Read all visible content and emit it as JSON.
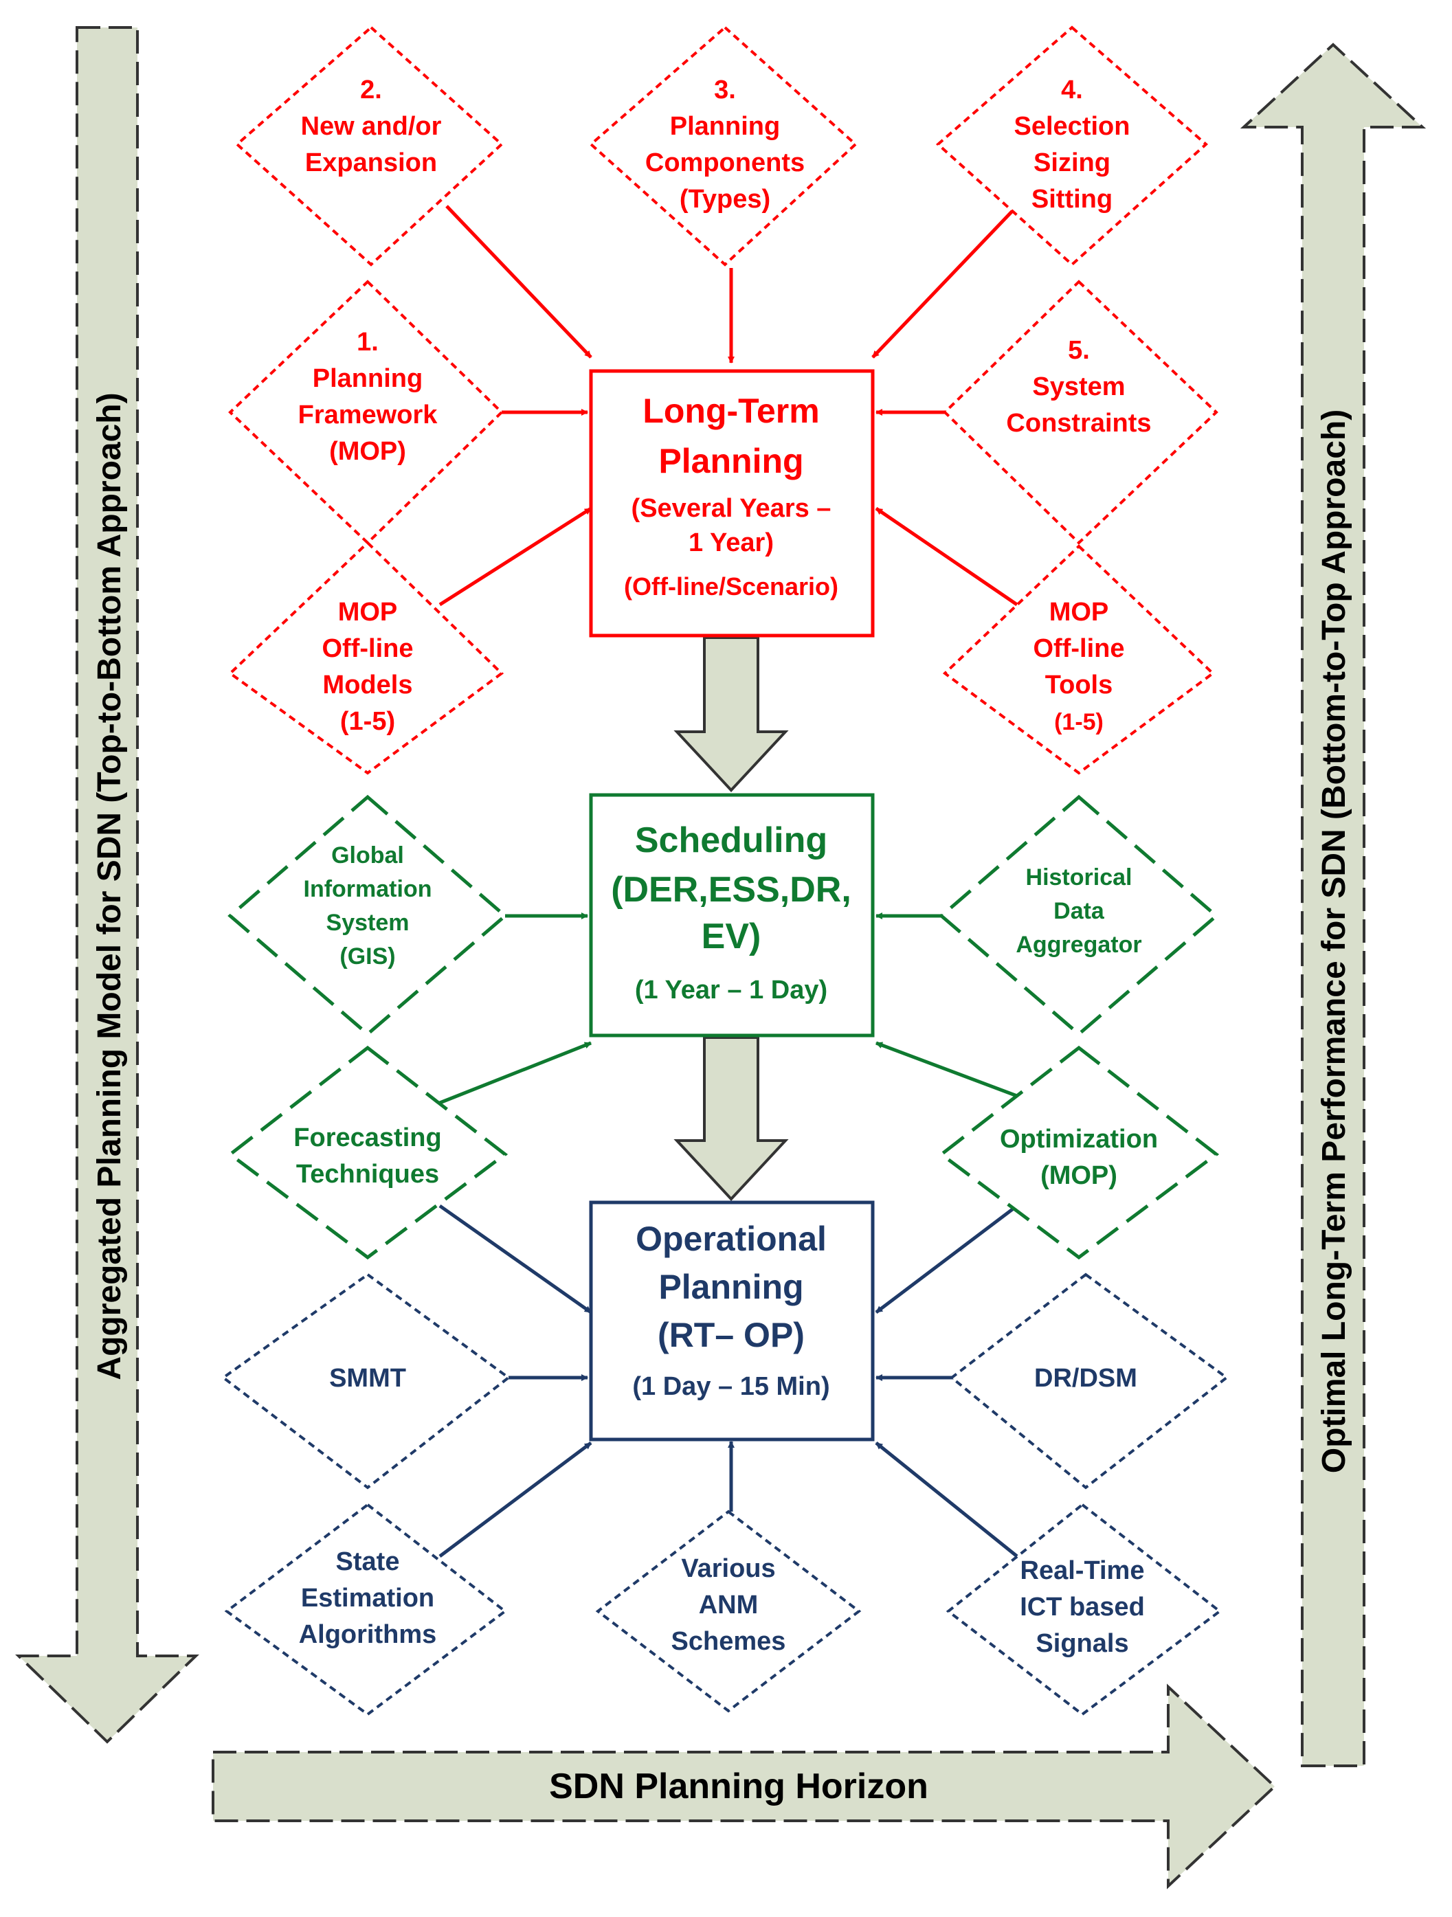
{
  "colors": {
    "long_term": "#ff0000",
    "scheduling": "#0f7a30",
    "operational": "#1f3a68",
    "arrow_fill": "#d9dfcc",
    "arrow_stroke": "#333333"
  },
  "side_arrows": {
    "left": "Aggregated Planning Model for SDN (Top-to-Bottom Approach)",
    "right": "Optimal Long-Term Performance for SDN (Bottom-to-Top Approach)",
    "bottom": "SDN Planning Horizon"
  },
  "boxes": {
    "long_term": [
      "Long-Term",
      "Planning",
      "(Several Years –",
      "1 Year)",
      "(Off-line/Scenario)"
    ],
    "scheduling": [
      "Scheduling",
      "(DER,ESS,DR,",
      "EV)",
      "(1 Year – 1 Day)"
    ],
    "operational": [
      "Operational",
      "Planning",
      "(RT– OP)",
      "(1 Day – 15 Min)"
    ]
  },
  "red_diamonds": {
    "d1": [
      "1.",
      "Planning",
      "Framework",
      "(MOP)"
    ],
    "d2": [
      "2.",
      "New and/or",
      "Expansion"
    ],
    "d3": [
      "3.",
      "Planning",
      "Components",
      "(Types)"
    ],
    "d4": [
      "4.",
      "Selection",
      "Sizing",
      "Sitting"
    ],
    "d5": [
      "5.",
      "System",
      "Constraints"
    ],
    "models": [
      "MOP",
      "Off-line",
      "Models",
      "(1-5)"
    ],
    "tools": [
      "MOP",
      "Off-line",
      "Tools",
      "(1-5)"
    ]
  },
  "green_diamonds": {
    "gis": [
      "Global",
      "Information",
      "System",
      "(GIS)"
    ],
    "historical": [
      "Historical",
      "Data",
      "Aggregator"
    ],
    "forecasting": [
      "Forecasting",
      "Techniques"
    ],
    "optimization": [
      "Optimization",
      "(MOP)"
    ]
  },
  "blue_diamonds": {
    "smmt": [
      "SMMT"
    ],
    "drdsm": [
      "DR/DSM"
    ],
    "state": [
      "State",
      "Estimation",
      "Algorithms"
    ],
    "anm": [
      "Various",
      "ANM",
      "Schemes"
    ],
    "ict": [
      "Real-Time",
      "ICT based",
      "Signals"
    ]
  }
}
